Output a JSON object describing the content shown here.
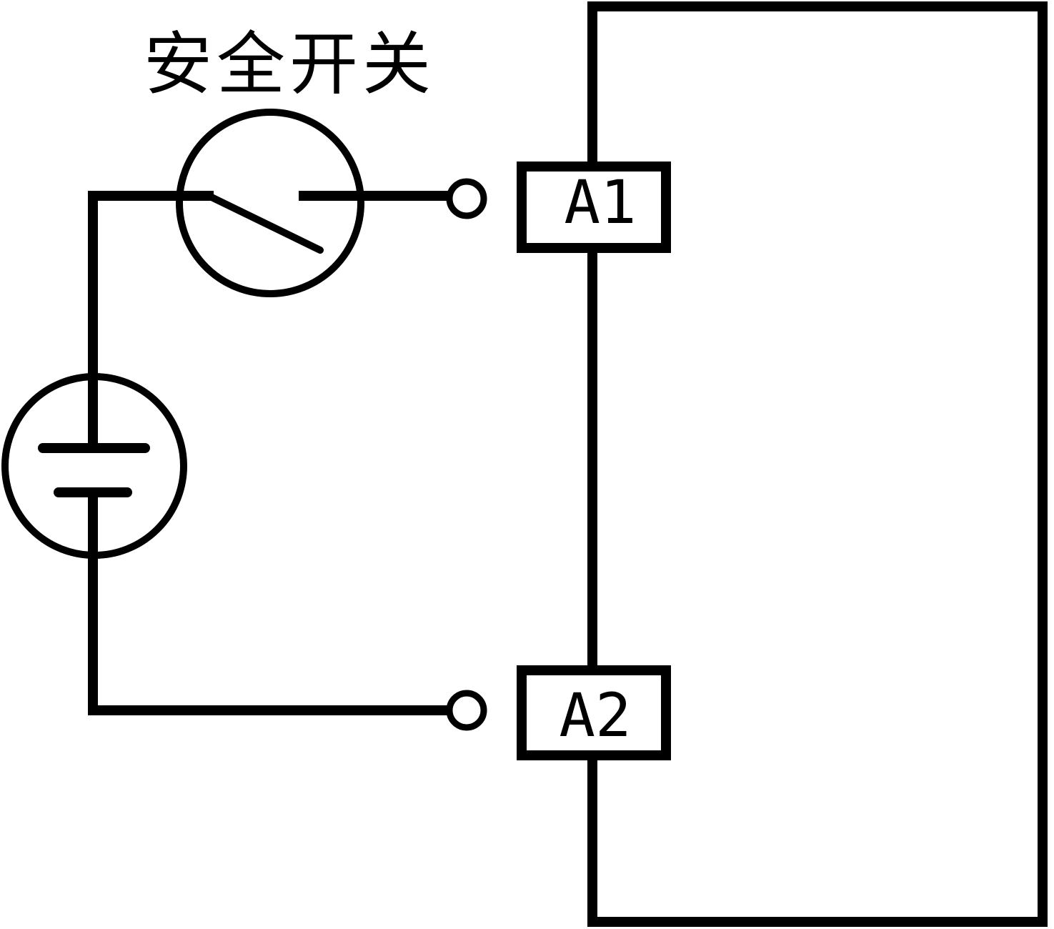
{
  "labels": {
    "safety_switch": "安全开关",
    "terminal_a1": "A1",
    "terminal_a2": "A2"
  },
  "icons": {
    "switch_symbol": "safety-switch-icon",
    "power_source_symbol": "battery-icon",
    "contact_symbol": "terminal-contact-icon"
  },
  "colors": {
    "line": "#000000",
    "background": "#ffffff"
  }
}
